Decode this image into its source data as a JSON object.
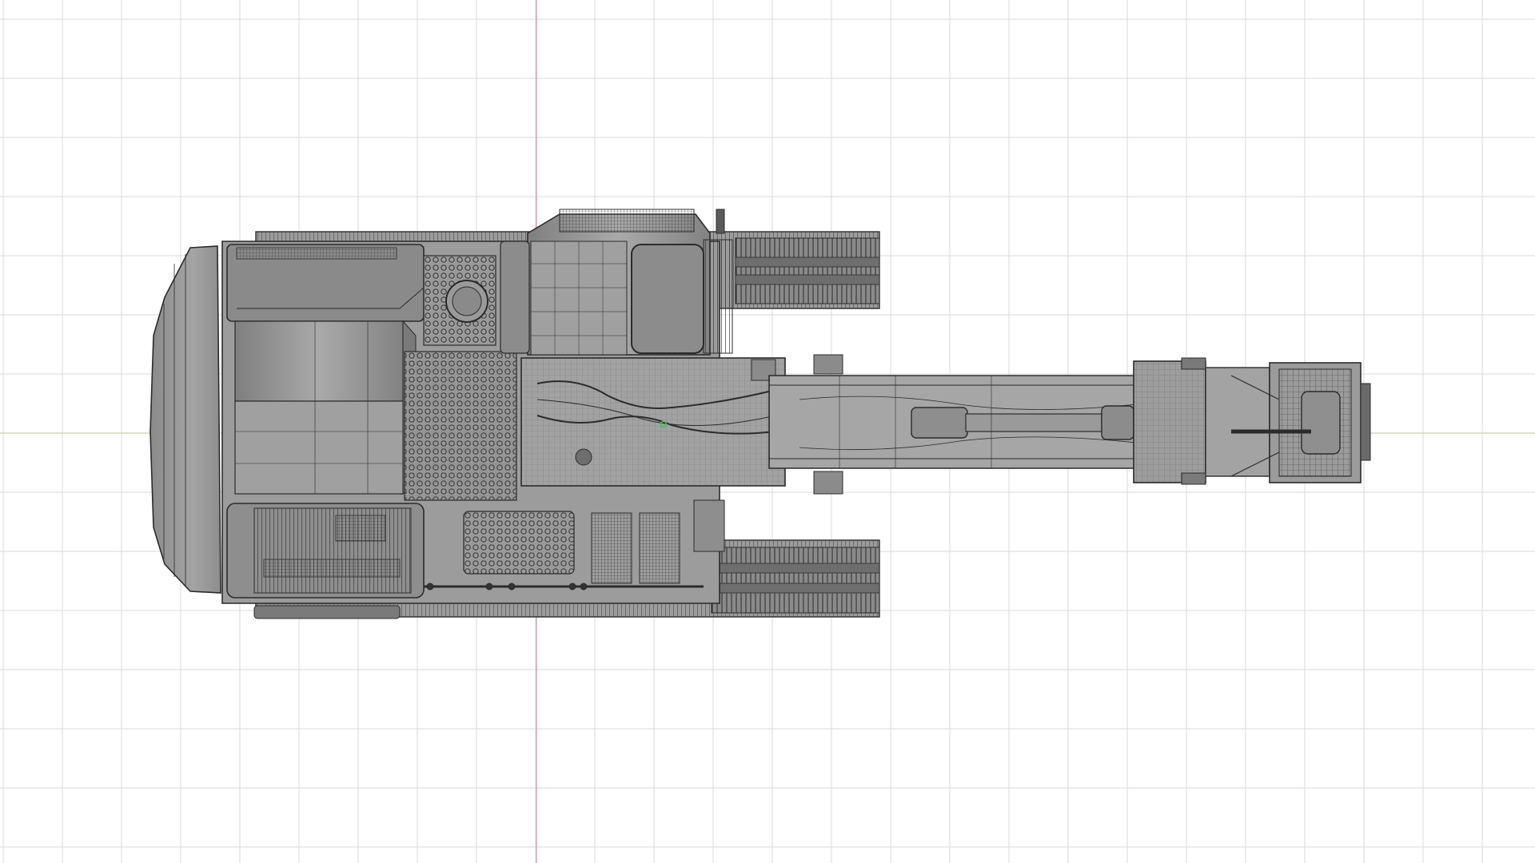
{
  "viewport": {
    "view": "top",
    "display_mode": "wireframe",
    "grid_visible": true,
    "colors": {
      "background": "#ffffff",
      "grid_line": "#d9d9d9",
      "axis_x": "#b7c98f",
      "axis_y": "#c7848f",
      "model_fill": "#8d8d8d",
      "model_stroke": "#2b2b2b",
      "pivot_marker": "#34c759"
    }
  },
  "model": {
    "kind": "tracked excavator"
  }
}
